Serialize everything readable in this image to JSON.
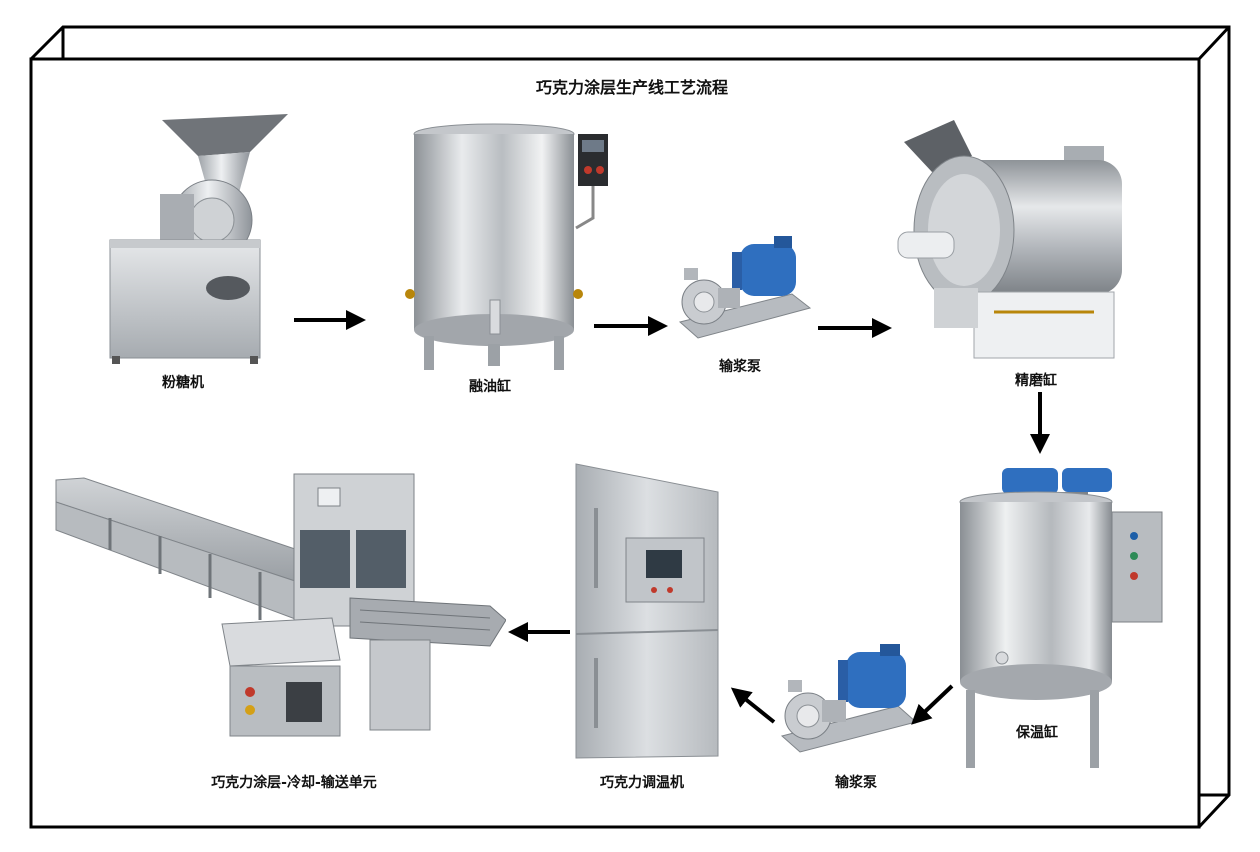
{
  "title": "巧克力涂层生产线工艺流程",
  "stations": {
    "sugar_mill": "粉糖机",
    "melting_tank": "融油缸",
    "pump_1": "输浆泵",
    "conche": "精磨缸",
    "holding_tank": "保温缸",
    "pump_2": "输浆泵",
    "tempering_machine": "巧克力调温机",
    "coating_unit": "巧克力涂层-冷却-输送单元"
  },
  "colors": {
    "steel": "#c9ccd0",
    "motor_blue": "#2f6fbf",
    "arrow": "#000000",
    "frame": "#000000"
  }
}
